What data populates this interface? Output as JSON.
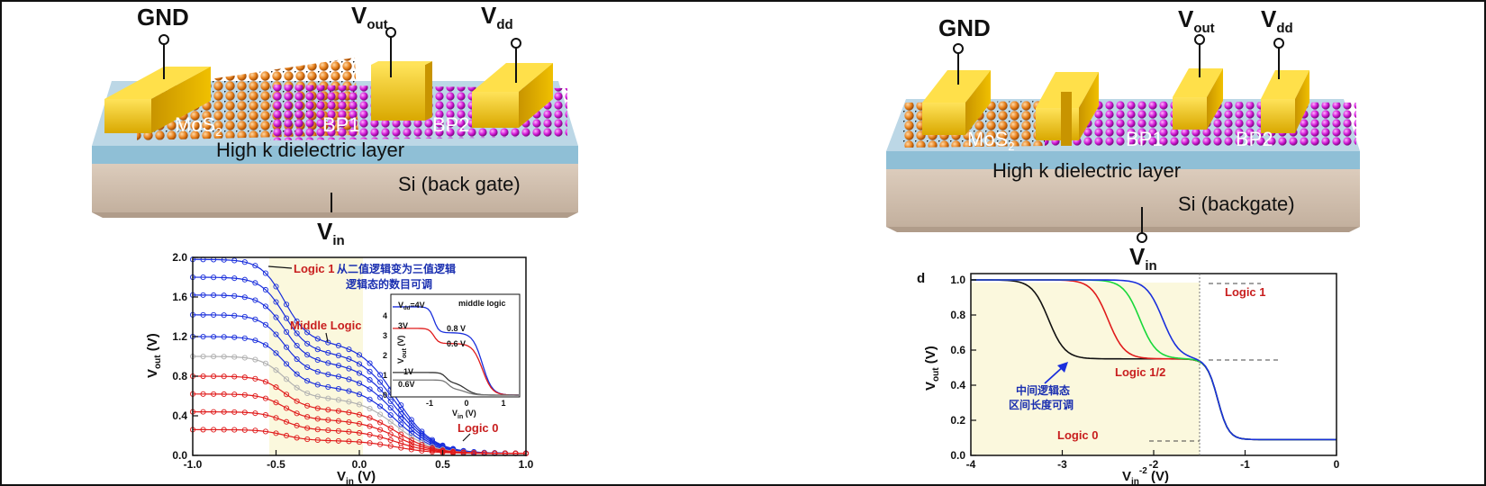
{
  "left": {
    "device": {
      "terminals": {
        "gnd": "GND",
        "vout_main": "V",
        "vout_sub": "out",
        "vdd_main": "V",
        "vdd_sub": "dd",
        "vin_main": "V",
        "vin_sub": "in"
      },
      "materials": {
        "mos2": "MoS",
        "mos2_sub": "2",
        "bp1": "BP1",
        "bp2": "BP2"
      },
      "layers": {
        "dielectric": "High k dielectric layer",
        "substrate": "Si (back gate)"
      }
    },
    "plot": {
      "xlabel_main": "V",
      "xlabel_sub": "in",
      "xlabel_unit": " (V)",
      "ylabel_main": "V",
      "ylabel_sub": "out",
      "ylabel_unit": " (V)",
      "xticks": [
        "-1.0",
        "-0.5",
        "0.0",
        "0.5",
        "1.0"
      ],
      "yticks": [
        "0.0",
        "0.4",
        "0.8",
        "1.2",
        "1.6",
        "2.0"
      ],
      "annotations": {
        "logic1": "Logic 1",
        "middle": "Middle Logic",
        "logic0": "Logic 0",
        "cn1": "从二值逻辑变为三值逻辑",
        "cn2": "逻辑态的数目可调"
      },
      "inset": {
        "xlabel": "V",
        "xlabel_sub": "in",
        "xlabel_unit": " (V)",
        "ylabel": "V",
        "ylabel_sub": "out",
        "ylabel_unit": " (V)",
        "xticks": [
          "-1",
          "0",
          "1"
        ],
        "yticks": [
          "0",
          "1",
          "2",
          "3",
          "4"
        ],
        "labels": {
          "vdd": "V",
          "vdd_sub": "dd",
          "vdd_val": "=4V",
          "v3": "3V",
          "v1": "1V",
          "v06": "0.6V",
          "middle": "middle logic",
          "m08": "0.8 V",
          "m06": "0.6 V"
        }
      }
    }
  },
  "right": {
    "device": {
      "terminals": {
        "gnd": "GND",
        "vout_main": "V",
        "vout_sub": "out",
        "vdd_main": "V",
        "vdd_sub": "dd",
        "vin_main": "V",
        "vin_sub": "in"
      },
      "materials": {
        "mos2": "MoS",
        "mos2_sub": "2",
        "bp1": "BP1",
        "bp2": "BP2"
      },
      "layers": {
        "dielectric": "High k dielectric layer",
        "substrate": "Si (backgate)"
      }
    },
    "plot": {
      "panel_letter": "d",
      "xlabel_main": "V",
      "xlabel_sub": "in",
      "xlabel_sup": "-2",
      "xlabel_unit": " (V)",
      "ylabel_main": "V",
      "ylabel_sub": "out",
      "ylabel_unit": " (V)",
      "xticks": [
        "-4",
        "-3",
        "-2",
        "-1",
        "0"
      ],
      "yticks": [
        "0.0",
        "0.2",
        "0.4",
        "0.6",
        "0.8",
        "1.0"
      ],
      "annotations": {
        "logic1": "Logic 1",
        "logichalf": "Logic 1/2",
        "logic0": "Logic 0",
        "cn1": "中间逻辑态",
        "cn2": "区间长度可调"
      }
    }
  },
  "colors": {
    "gold": "#f2c200",
    "orange": "#e8821e",
    "magenta": "#d21ad6",
    "dielectric": "#9ec7dc",
    "silicon": "#d3c3b3",
    "blue": "#1a2fdc",
    "red": "#e01b1b",
    "green": "#18d83a",
    "black": "#111111",
    "gray": "#b0b0b0",
    "highlight": "#fbf8dd"
  }
}
